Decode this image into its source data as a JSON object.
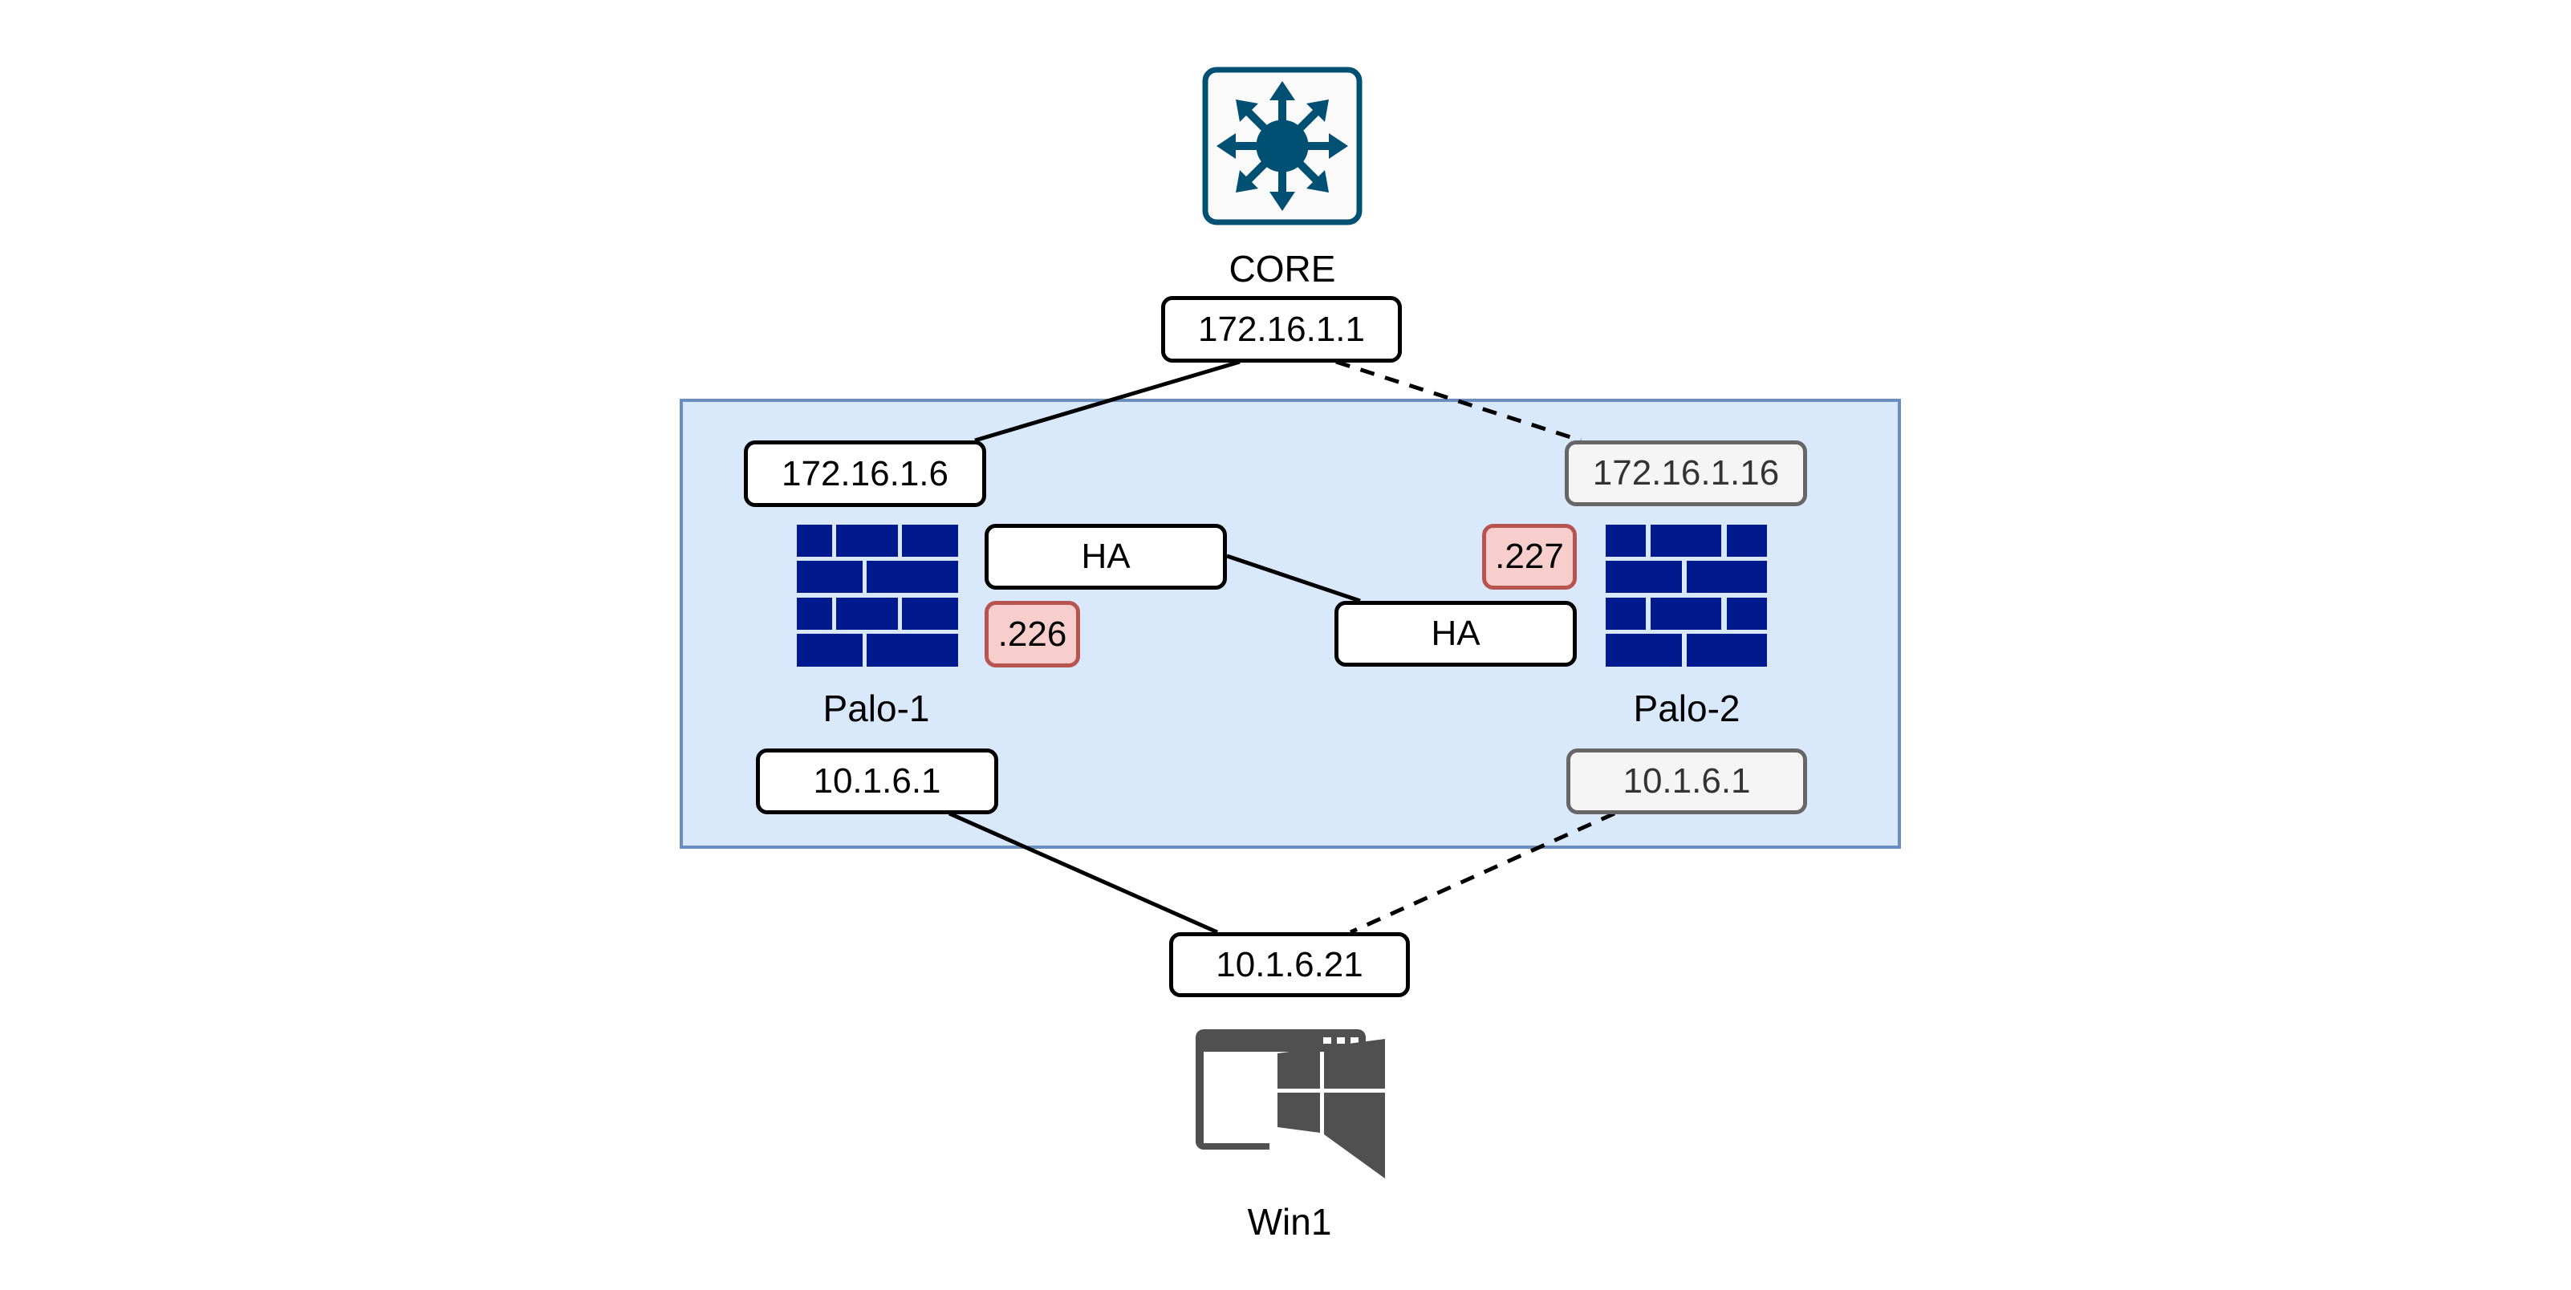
{
  "diagram": {
    "colors": {
      "container_fill": "#dae8fc",
      "container_border": "#6c8ebf",
      "firewall": "#001a8e",
      "switch": "#005073",
      "workstation": "#505050",
      "ha_ip_fill": "#f8cecc",
      "ha_ip_border": "#b85450",
      "standby_fill": "#f5f5f5",
      "standby_border": "#666666"
    },
    "core": {
      "icon": "layer3-switch-icon",
      "label": "CORE",
      "ip": "172.16.1.1"
    },
    "palo1": {
      "icon": "firewall-icon",
      "label": "Palo-1",
      "outside_ip": "172.16.1.6",
      "inside_ip": "10.1.6.1",
      "ha_label": "HA",
      "ha_ip": ".226"
    },
    "palo2": {
      "icon": "firewall-icon",
      "label": "Palo-2",
      "outside_ip": "172.16.1.16",
      "inside_ip": "10.1.6.1",
      "ha_label": "HA",
      "ha_ip": ".227"
    },
    "win1": {
      "icon": "windows-workstation-icon",
      "label": "Win1",
      "ip": "10.1.6.21"
    },
    "links": [
      {
        "from": "core",
        "to": "palo1-outside",
        "style": "solid"
      },
      {
        "from": "core",
        "to": "palo2-outside",
        "style": "dashed"
      },
      {
        "from": "palo1-ha",
        "to": "palo2-ha",
        "style": "solid"
      },
      {
        "from": "palo1-inside",
        "to": "win1",
        "style": "solid"
      },
      {
        "from": "palo2-inside",
        "to": "win1",
        "style": "dashed"
      }
    ]
  }
}
